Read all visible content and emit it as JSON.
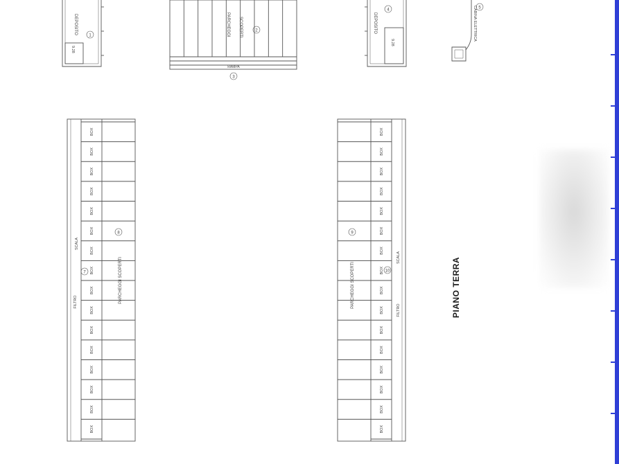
{
  "plan": {
    "title": "PIANO TERRA",
    "accent_color": "#2f3fd6",
    "top_left_block": {
      "room_label": "DEPOSITO",
      "area_label": "9.28",
      "number": "1"
    },
    "top_center_block": {
      "label_main": "PARCHEGGI",
      "label_sub": "SCOPERTI",
      "number": "2",
      "bottom_label": "RAMPA",
      "bottom_number": "3"
    },
    "top_right_block": {
      "room_label": "DEPOSITO",
      "area_label": "9.28",
      "number": "4"
    },
    "far_right_label": {
      "text": "CABINA ELETTRICA",
      "number": "5"
    },
    "left_row": {
      "boxes": [
        "BOX",
        "BOX",
        "BOX",
        "BOX",
        "BOX",
        "BOX",
        "BOX",
        "BOX",
        "BOX",
        "BOX",
        "BOX",
        "BOX",
        "BOX",
        "BOX",
        "BOX",
        "BOX"
      ],
      "corridor_top": "SCALA",
      "corridor_bottom": "FILTRO",
      "parking_label": "PARCHEGGI SCOPERTI",
      "marker_a": "8",
      "marker_b": "7"
    },
    "right_row": {
      "boxes": [
        "BOX",
        "BOX",
        "BOX",
        "BOX",
        "BOX",
        "BOX",
        "BOX",
        "BOX",
        "BOX",
        "BOX",
        "BOX",
        "BOX",
        "BOX",
        "BOX",
        "BOX",
        "BOX"
      ],
      "corridor_top": "SCALA",
      "corridor_bottom": "FILTRO",
      "parking_label": "PARCHEGGI SCOPERTI",
      "marker_a": "9",
      "marker_b": "10"
    }
  }
}
